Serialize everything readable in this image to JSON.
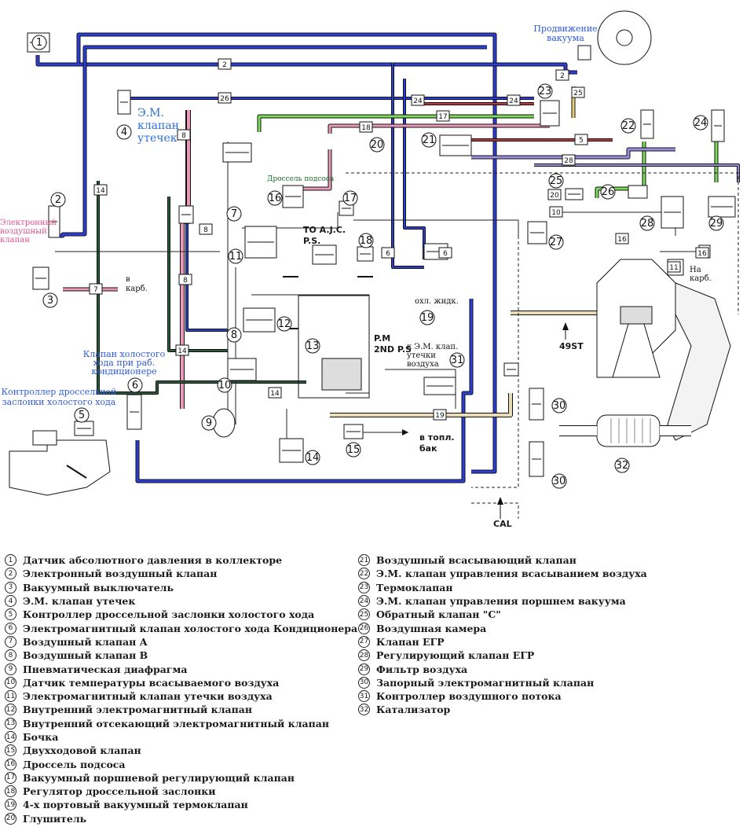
{
  "diagram": {
    "labels": {
      "vacuum_advance": "Продвижение\nвакуума",
      "em_leak_valve": "Э.М.\nклапан\nутечек",
      "electronic_air_valve": "Электронный\nвоздушный\nклапан",
      "choke_throttle": "Дроссель подсоса",
      "to_ajc_ps": "TO A.J.C.\nP.S.",
      "to_carb": "в\nкарб.",
      "coolant": "охл. жидк.",
      "pm_2nd_ps": "P.M\n2ND P.S",
      "to_em_leak_air": "к Э.М. клап.\nутечки\nвоздуха",
      "idle_ac_valve": "Клапан холостого\nхода при раб.\nкондиционере",
      "idle_throttle_controller": "Контроллер дроссельной\nзаслонки холостого хода",
      "to_fuel_tank": "в топл.\nбак",
      "to_carb_right": "На\nкарб.",
      "std_49st": "49ST",
      "std_cal": "CAL"
    },
    "line_tags": [
      "2",
      "26",
      "24",
      "24",
      "17",
      "18",
      "5",
      "28",
      "8",
      "8",
      "8",
      "14",
      "14",
      "14",
      "20",
      "10",
      "16",
      "16",
      "6",
      "6",
      "7",
      "2",
      "25",
      "19",
      "11"
    ],
    "components": [
      "1",
      "2",
      "3",
      "4",
      "5",
      "6",
      "7",
      "8",
      "9",
      "10",
      "11",
      "12",
      "13",
      "14",
      "15",
      "16",
      "17",
      "18",
      "19",
      "20",
      "21",
      "22",
      "23",
      "24",
      "25",
      "26",
      "27",
      "28",
      "29",
      "30",
      "30",
      "31",
      "32"
    ],
    "colors": {
      "blue": "#2b3fd6",
      "pink": "#e89ab8",
      "green": "#7ddc5a",
      "purple": "#9b8ee0",
      "yellow": "#e8d078",
      "red": "#c23a3a",
      "dark_green": "#2a5a3a",
      "beige": "#e8dcb8"
    }
  },
  "legend": {
    "left": [
      {
        "n": "1",
        "text": "Датчик абсолютного давления в коллекторе"
      },
      {
        "n": "2",
        "text": "Электронный воздушный клапан"
      },
      {
        "n": "3",
        "text": "Вакуумный выключатель"
      },
      {
        "n": "4",
        "text": "Э.М. клапан утечек"
      },
      {
        "n": "5",
        "text": "Контроллер дроссельной заслонки холостого хода"
      },
      {
        "n": "6",
        "text": "Электромагнитный клапан холостого хода Кондиционера"
      },
      {
        "n": "7",
        "text": "Воздушный клапан А"
      },
      {
        "n": "8",
        "text": "Воздушный клапан В"
      },
      {
        "n": "9",
        "text": "Пневматическая диафрагма"
      },
      {
        "n": "10",
        "text": "Датчик температуры всасываемого воздуха"
      },
      {
        "n": "11",
        "text": "Электромагнитный клапан утечки воздуха"
      },
      {
        "n": "12",
        "text": "Внутренний электромагнитный клапан"
      },
      {
        "n": "13",
        "text": "Внутренний отсекающий электромагнитный клапан"
      },
      {
        "n": "14",
        "text": "Бочка"
      },
      {
        "n": "15",
        "text": "Двухходовой клапан"
      },
      {
        "n": "16",
        "text": "Дроссель подсоса"
      },
      {
        "n": "17",
        "text": "Вакуумный поршневой регулирующий клапан"
      },
      {
        "n": "18",
        "text": "Регулятор дроссельной заслонки"
      },
      {
        "n": "19",
        "text": "4-х портовый вакуумный термоклапан"
      },
      {
        "n": "20",
        "text": "Глушитель"
      }
    ],
    "right": [
      {
        "n": "21",
        "text": "Воздушный всасывающий клапан"
      },
      {
        "n": "22",
        "text": "Э.М. клапан управления всасыванием воздуха"
      },
      {
        "n": "23",
        "text": "Термоклапан"
      },
      {
        "n": "24",
        "text": "Э.М. клапан управления поршнем вакуума"
      },
      {
        "n": "25",
        "text": "Обратный клапан \"С\""
      },
      {
        "n": "26",
        "text": "Воздушная камера"
      },
      {
        "n": "27",
        "text": "Клапан ЕГР"
      },
      {
        "n": "28",
        "text": "Регулирующий клапан ЕГР"
      },
      {
        "n": "29",
        "text": "Фильтр воздуха"
      },
      {
        "n": "30",
        "text": "Запорный электромагнитный клапан"
      },
      {
        "n": "31",
        "text": "Контроллер воздушного потока"
      },
      {
        "n": "32",
        "text": "Катализатор"
      }
    ]
  }
}
